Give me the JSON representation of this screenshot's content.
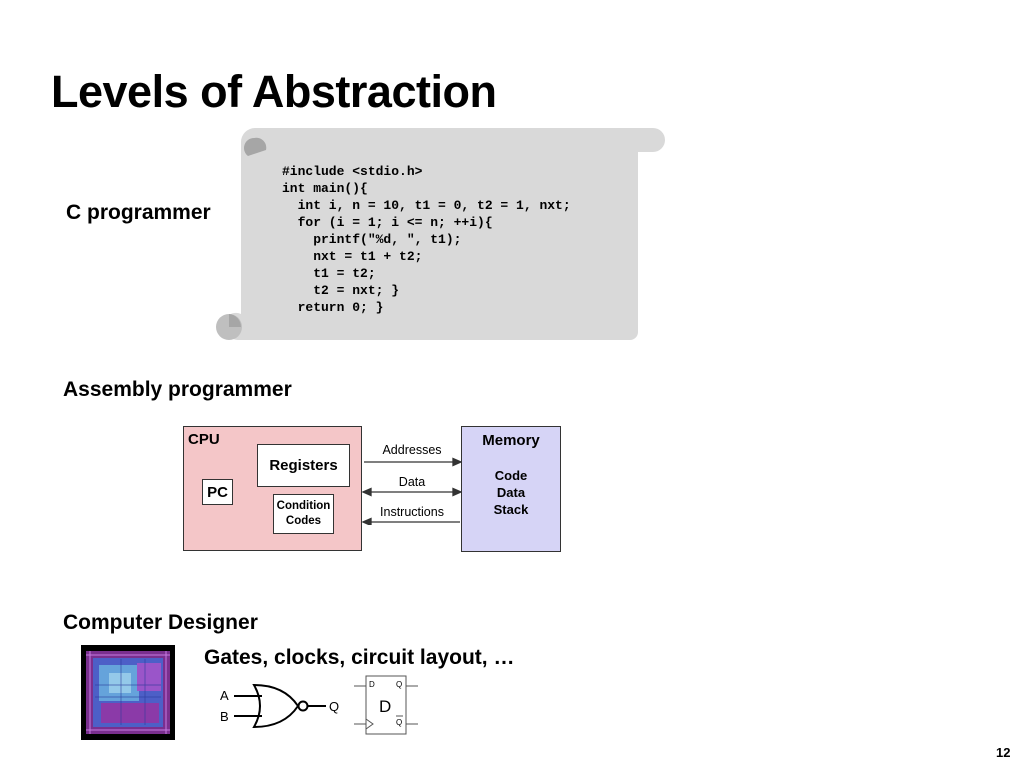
{
  "title": "Levels of Abstraction",
  "sections": {
    "c_programmer": "C programmer",
    "assembly_programmer": "Assembly programmer",
    "computer_designer": "Computer Designer"
  },
  "code_lines": [
    "#include <stdio.h>",
    "int main(){",
    "  int i, n = 10, t1 = 0, t2 = 1, nxt;",
    "  for (i = 1; i <= n; ++i){",
    "    printf(\"%d, \", t1);",
    "    nxt = t1 + t2;",
    "    t1 = t2;",
    "    t2 = nxt; }",
    "  return 0; }"
  ],
  "diagram": {
    "cpu_label": "CPU",
    "registers": "Registers",
    "pc": "PC",
    "condition_codes_line1": "Condition",
    "condition_codes_line2": "Codes",
    "memory_label": "Memory",
    "memory_items": [
      "Code",
      "Data",
      "Stack"
    ],
    "arrows": {
      "addresses": "Addresses",
      "data": "Data",
      "instructions": "Instructions"
    }
  },
  "designer": {
    "gates_text": "Gates, clocks, circuit layout, …",
    "gate_input_a": "A",
    "gate_input_b": "B",
    "gate_output": "Q",
    "ff_d_pin": "D",
    "ff_q_pin": "Q",
    "ff_qbar_pin": "Q",
    "ff_center": "D"
  },
  "page_number": "12",
  "colors": {
    "cpu_fill": "#f4c6c8",
    "memory_fill": "#d6d4f6",
    "scroll_fill": "#d9d9d9"
  }
}
